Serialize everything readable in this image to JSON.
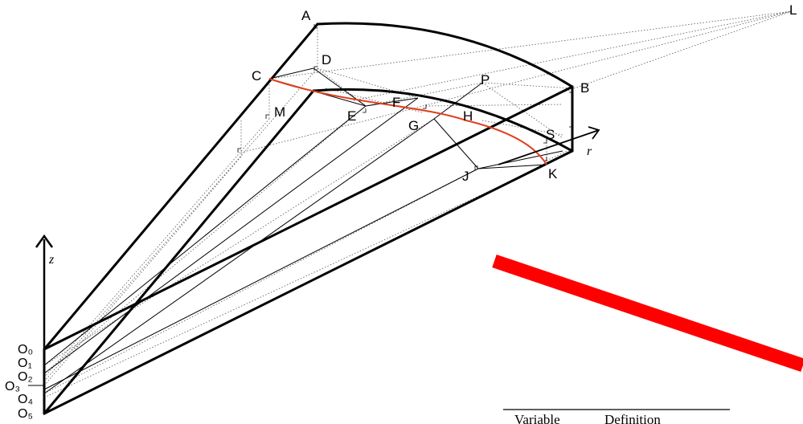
{
  "points": {
    "A": "A",
    "B": "B",
    "C": "C",
    "D": "D",
    "E": "E",
    "F": "F",
    "G": "G",
    "H": "H",
    "J": "J",
    "K": "K",
    "L": "L",
    "M": "M",
    "P": "P",
    "S": "S"
  },
  "origins": [
    "O₀",
    "O₁",
    "O₂",
    "O₃",
    "O₄",
    "O₅"
  ],
  "axes": {
    "z": "z",
    "r": "r"
  },
  "table": {
    "header_variable": "Variable",
    "header_definition": "Definition"
  },
  "colors": {
    "curve": "#e0401e",
    "slash": "#ff0000",
    "ink": "#000000"
  }
}
